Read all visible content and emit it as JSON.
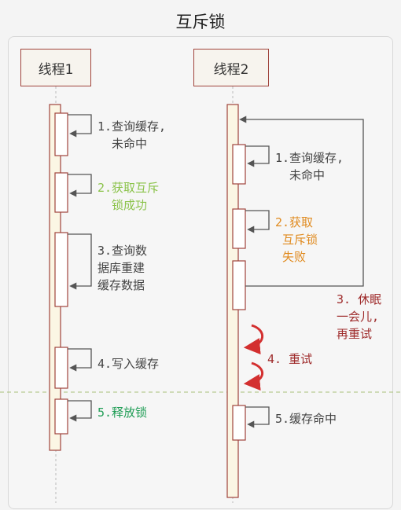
{
  "title": "互斥锁",
  "actors": {
    "thread1": "线程1",
    "thread2": "线程2"
  },
  "thread1_notes": {
    "step1": "1.查询缓存,\n  未命中",
    "step2": "2.获取互斥\n  锁成功",
    "step3": "3.查询数\n据库重建\n缓存数据",
    "step4": "4.写入缓存",
    "step5": "5.释放锁"
  },
  "thread2_notes": {
    "step1": "1.查询缓存,\n  未命中",
    "step2": "2.获取\n 互斥锁\n 失败",
    "step3": "3. 休眠\n一会儿,\n再重试",
    "step4": "4. 重试",
    "step5": "5.缓存命中"
  },
  "colors": {
    "lifeline_fill": "#fbf6e4",
    "lifeline_border": "#a0443c",
    "arrow": "#555555",
    "retry_arrow": "#d32f2f",
    "divider": "#a8c07a"
  }
}
